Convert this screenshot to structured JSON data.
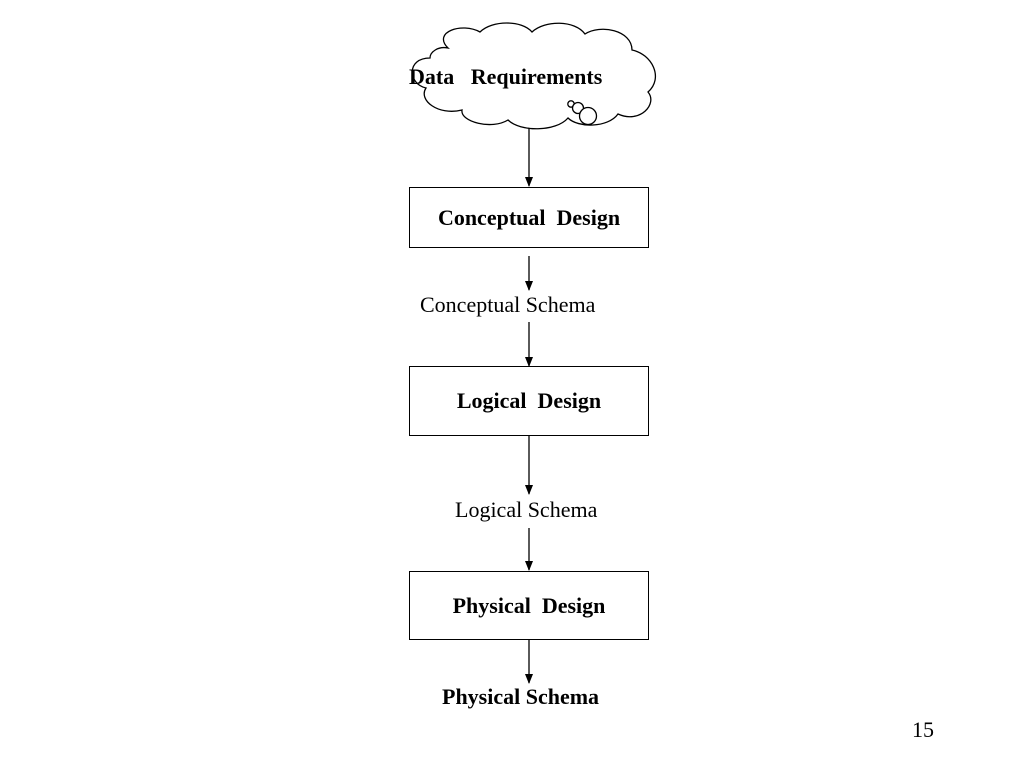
{
  "diagram": {
    "cloud_label": "Data   Requirements",
    "steps": [
      {
        "box_label": "Conceptual  Design",
        "output_label": "Conceptual Schema"
      },
      {
        "box_label": "Logical  Design",
        "output_label": "Logical Schema"
      },
      {
        "box_label": "Physical  Design",
        "output_label": "Physical Schema"
      }
    ]
  },
  "slide": {
    "page_number": "15"
  },
  "colors": {
    "stroke": "#000000",
    "background": "#ffffff"
  }
}
